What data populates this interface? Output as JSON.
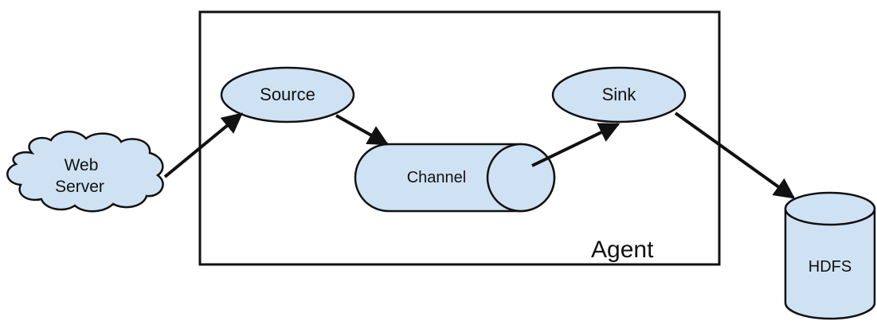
{
  "nodes": {
    "web_server": {
      "line1": "Web",
      "line2": "Server"
    },
    "source": "Source",
    "channel": "Channel",
    "sink": "Sink",
    "hdfs": "HDFS"
  },
  "agent": {
    "label": "Agent"
  },
  "colors": {
    "fill": "#cfe2f3",
    "stroke": "#111111",
    "background": "#ffffff"
  }
}
